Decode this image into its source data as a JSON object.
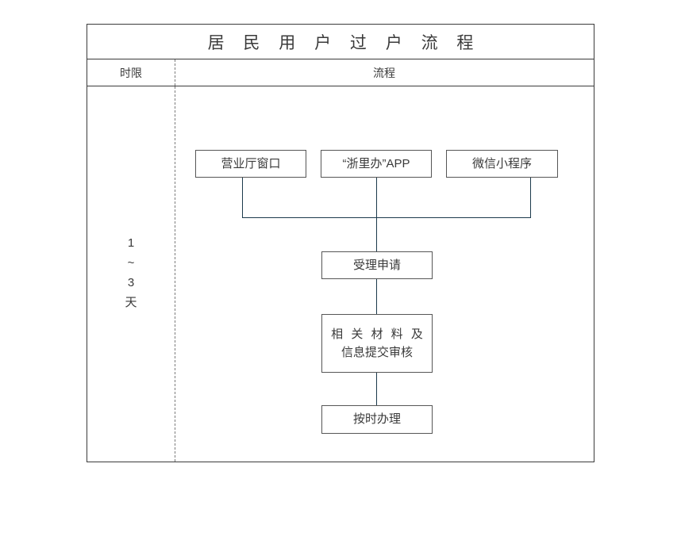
{
  "table": {
    "title": "居 民 用 户 过 户 流 程",
    "headers": {
      "time_limit": "时限",
      "flow": "流程"
    }
  },
  "time_limit_column": {
    "lines": [
      "1",
      "~",
      "3",
      "天"
    ]
  },
  "flow": {
    "entry_nodes": [
      {
        "label": "营业厅窗口"
      },
      {
        "label": "“浙里办”APP"
      },
      {
        "label": "微信小程序"
      }
    ],
    "steps": [
      {
        "label": "受理申请"
      },
      {
        "line1": "相 关 材 料 及",
        "line2": "信息提交审核"
      },
      {
        "label": "按时办理"
      }
    ]
  },
  "colors": {
    "frame_border": "#3b3b3b",
    "node_border": "#565656",
    "connector": "#1c3a4c",
    "divider": "#7c7c7c",
    "text": "#3a3a3a",
    "background": "#ffffff"
  }
}
